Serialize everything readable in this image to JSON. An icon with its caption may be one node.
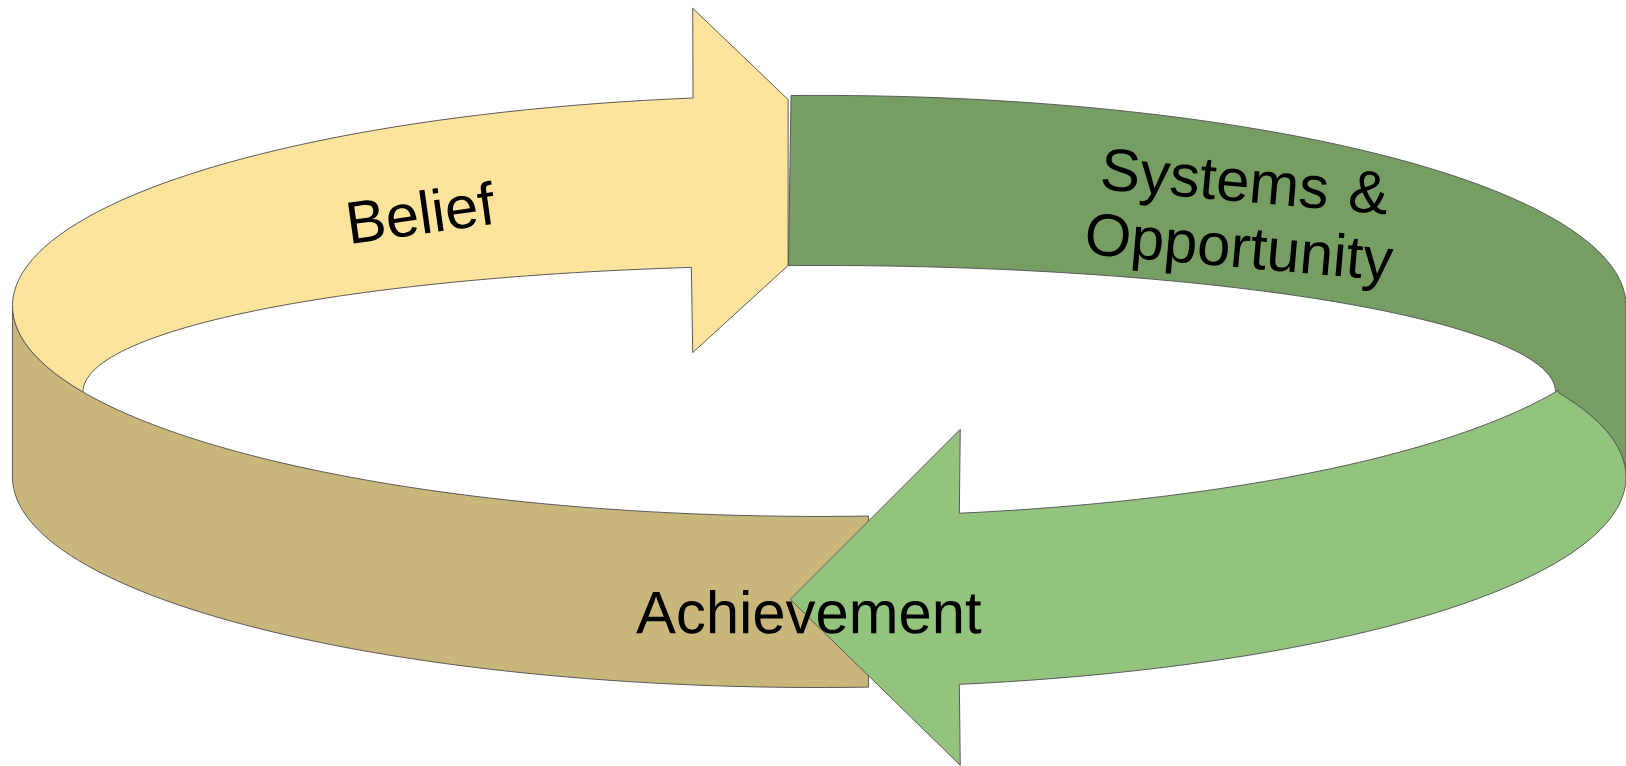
{
  "diagram": {
    "nodes": [
      {
        "text": [
          "Belief"
        ]
      },
      {
        "text": [
          "Systems & Opportunity"
        ]
      },
      {
        "text": [
          "Achievement"
        ]
      }
    ]
  }
}
